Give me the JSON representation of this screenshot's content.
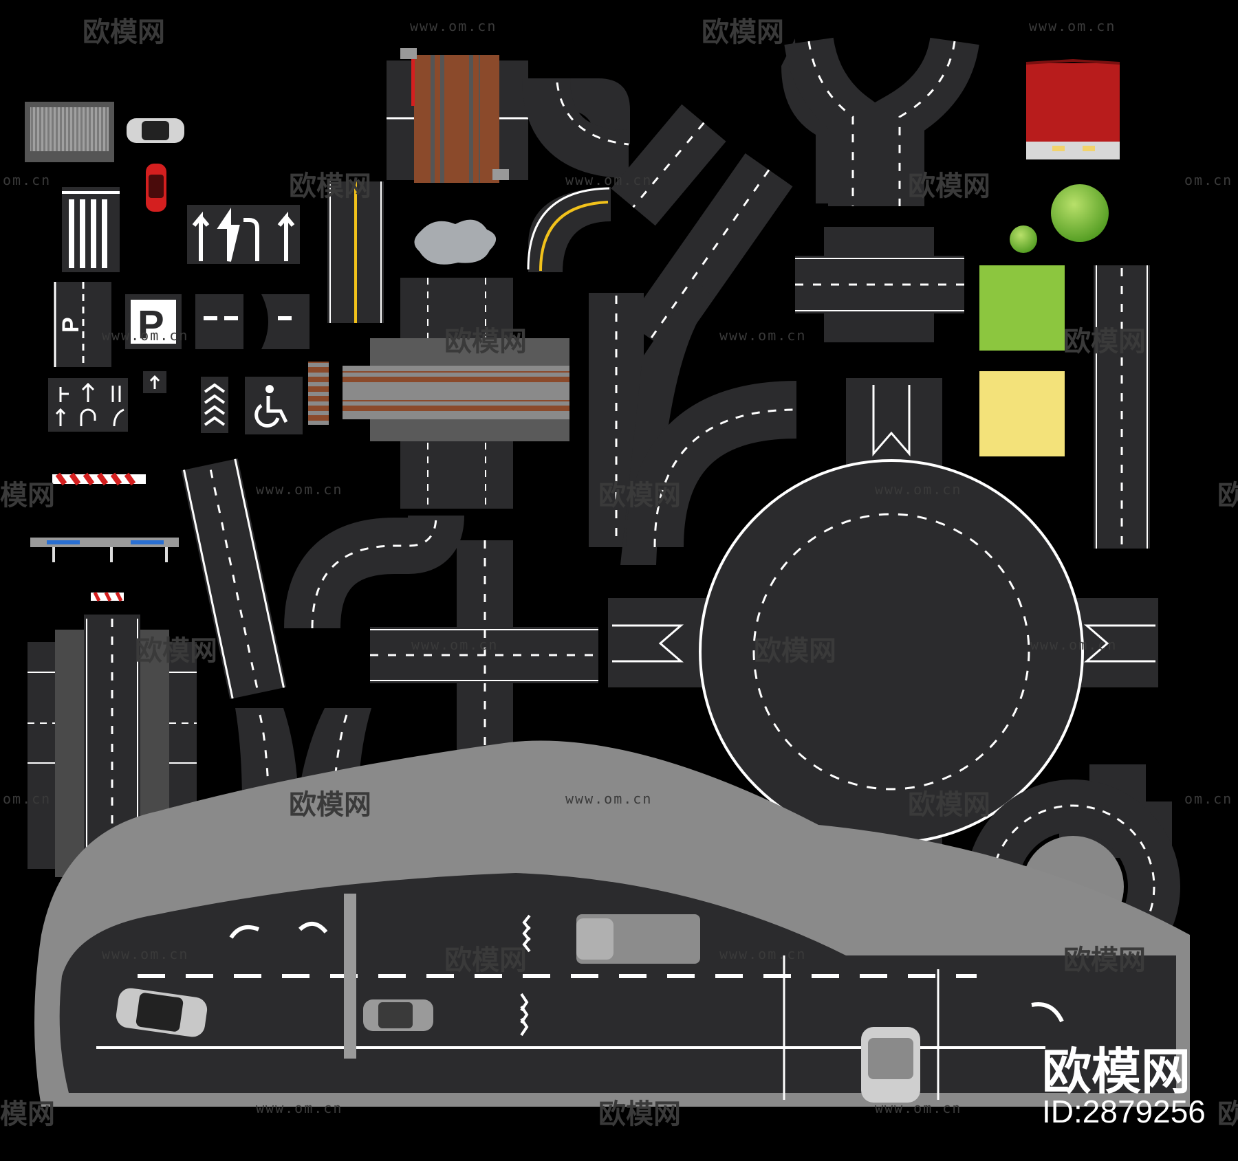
{
  "colors": {
    "background": "#000000",
    "asphalt": "#2b2b2d",
    "lane_mark": "#ffffff",
    "center_line": "#f2c21b",
    "grass": "#8cc63f",
    "sand": "#f3e27a",
    "roof": "#b81c1c",
    "tree": "#7cc242",
    "rail_wood": "#8b4a2b",
    "watermark": "#3a3a3a"
  },
  "watermarks": {
    "site": "www.om.cn",
    "site_short": "om.cn",
    "brand": "欧模网",
    "brand_partial": "模网",
    "brand_cut": "欧"
  },
  "logo": {
    "brand": "欧模网",
    "id": "ID:2879256"
  },
  "signs": {
    "parking_letter": "P"
  },
  "icons": [
    "wheelchair-icon",
    "arrow-straight-icon",
    "arrow-turn-icon",
    "chevron-arrows-icon",
    "car-icon",
    "truck-icon",
    "tree-icon",
    "garage-icon",
    "roof-icon"
  ]
}
